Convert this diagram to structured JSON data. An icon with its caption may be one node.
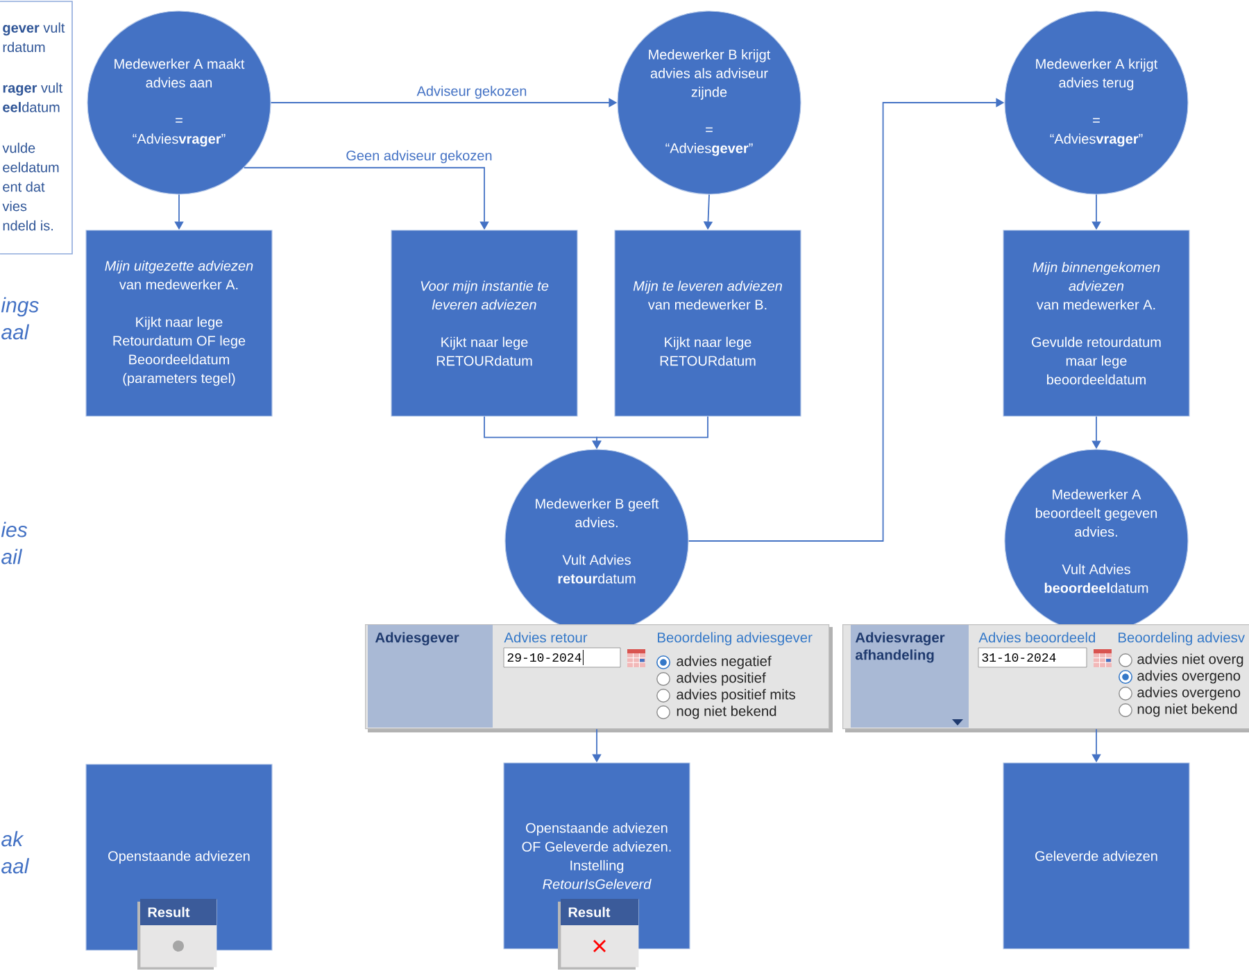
{
  "diagram": {
    "nodes": [
      {
        "text": [
          "**gever** vult rdatum",
          "**rager** vult **eel**datum",
          "vulde eeldatum ent dat vies ndeld is."
        ]
      },
      {
        "text": [
          "Medewerker A maakt advies aan",
          "=",
          "“Advies**vrager**”"
        ]
      },
      {
        "text": [
          "Medewerker B krijgt advies als adviseur zijnde",
          "=",
          "“Advies**gever**”"
        ]
      },
      {
        "text": [
          "Medewerker A krijgt advies terug",
          "=",
          "“Advies**vrager**”"
        ]
      },
      {
        "text": [
          "Mijn uitgezette adviezen",
          "van medewerker A.",
          "Kijkt naar lege Retourdatum OF lege Beoordeeldatum (parameters tegel)"
        ]
      },
      {
        "text": [
          "Voor mijn instantie te leveren adviezen",
          "Kijkt naar lege RETOURdatum"
        ]
      },
      {
        "text": [
          "Mijn te leveren adviezen",
          "van medewerker B.",
          "Kijkt naar lege RETOURdatum"
        ]
      },
      {
        "text": [
          "Mijn binnengekomen adviezen",
          "van medewerker A.",
          "Gevulde retourdatum maar lege beoordeeldatum"
        ]
      },
      {
        "text": [
          "Medewerker B geeft advies.",
          "Vult Advies **retour**datum"
        ]
      },
      {
        "text": [
          "Medewerker A beoordeelt gegeven advies.",
          "Vult Advies **beoordeel**datum"
        ]
      },
      {
        "text": [
          "Adviesgever",
          "Advies retour",
          "29-10-2024",
          "Beoordeling adviesgever",
          "advies negatief",
          "advies positief",
          "advies positief mits",
          "nog niet bekend"
        ]
      },
      {
        "text": [
          "Adviesvrager afhandeling",
          "Advies beoordeeld",
          "31-10-2024",
          "Beoordeling adviesv",
          "advies niet overg",
          "advies overgeno",
          "advies overgeno",
          "nog niet bekend"
        ]
      },
      {
        "text": [
          "Openstaande adviezen"
        ]
      },
      {
        "text": [
          "Result"
        ]
      },
      {
        "text": [
          "Openstaande adviezen OF Geleverde adviezen.",
          "Instelling",
          "RetourIsGeleverd"
        ]
      },
      {
        "text": [
          "Result"
        ]
      },
      {
        "text": [
          "Geleverde adviezen"
        ]
      }
    ],
    "edges": [
      {
        "from": 1,
        "to": 2,
        "arrow": "to",
        "label": "Adviseur gekozen"
      },
      {
        "from": 1,
        "to": 5,
        "arrow": "to",
        "label": "Geen adviseur gekozen"
      },
      {
        "from": 1,
        "to": 4,
        "arrow": "to"
      },
      {
        "from": 2,
        "to": 6,
        "arrow": "to"
      },
      {
        "from": 3,
        "to": 7,
        "arrow": "to"
      },
      {
        "from": 5,
        "to": 8,
        "arrow": "to"
      },
      {
        "from": 6,
        "to": 8,
        "arrow": "to"
      },
      {
        "from": 8,
        "to": 3,
        "arrow": "to"
      },
      {
        "from": 7,
        "to": 9,
        "arrow": "to"
      },
      {
        "from": 10,
        "to": 14,
        "arrow": "to"
      },
      {
        "from": 11,
        "to": 16,
        "arrow": "to"
      }
    ],
    "labels": [
      "ings aal",
      "ies ail",
      "ak aal"
    ]
  }
}
